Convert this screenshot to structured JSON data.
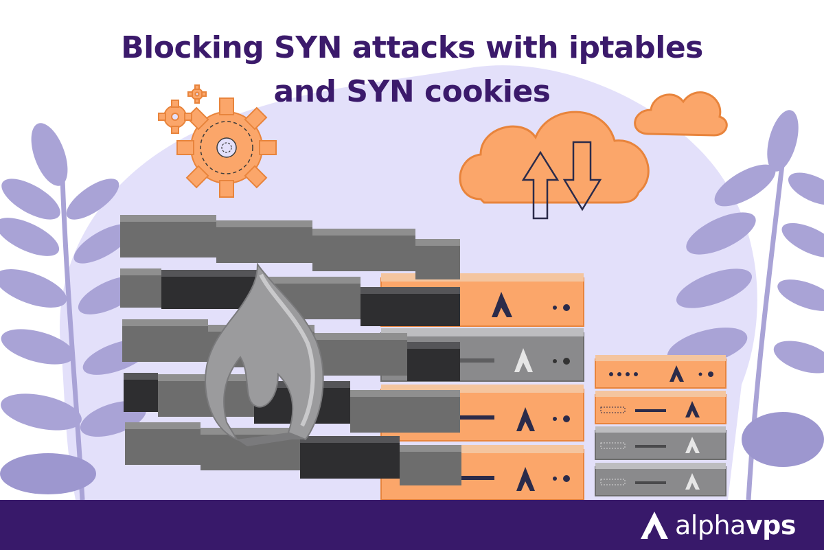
{
  "title": {
    "line1": "Blocking SYN attacks with iptables",
    "line2": "and SYN cookies"
  },
  "brand": {
    "name_light": "alpha",
    "name_bold": "vps"
  },
  "colors": {
    "title": "#3b1a6b",
    "footer": "#38196a",
    "accent_orange": "#fba66a",
    "blob_lavender": "#e3e0fa",
    "leaf_purple": "#a9a3d6",
    "brick_gray": "#6d6d6d",
    "brick_dark": "#2e2e30"
  },
  "icons": [
    "gear-icon",
    "cloud-icon",
    "upload-arrow-icon",
    "download-arrow-icon",
    "flame-icon",
    "server-icon",
    "alphavps-logo-icon"
  ]
}
